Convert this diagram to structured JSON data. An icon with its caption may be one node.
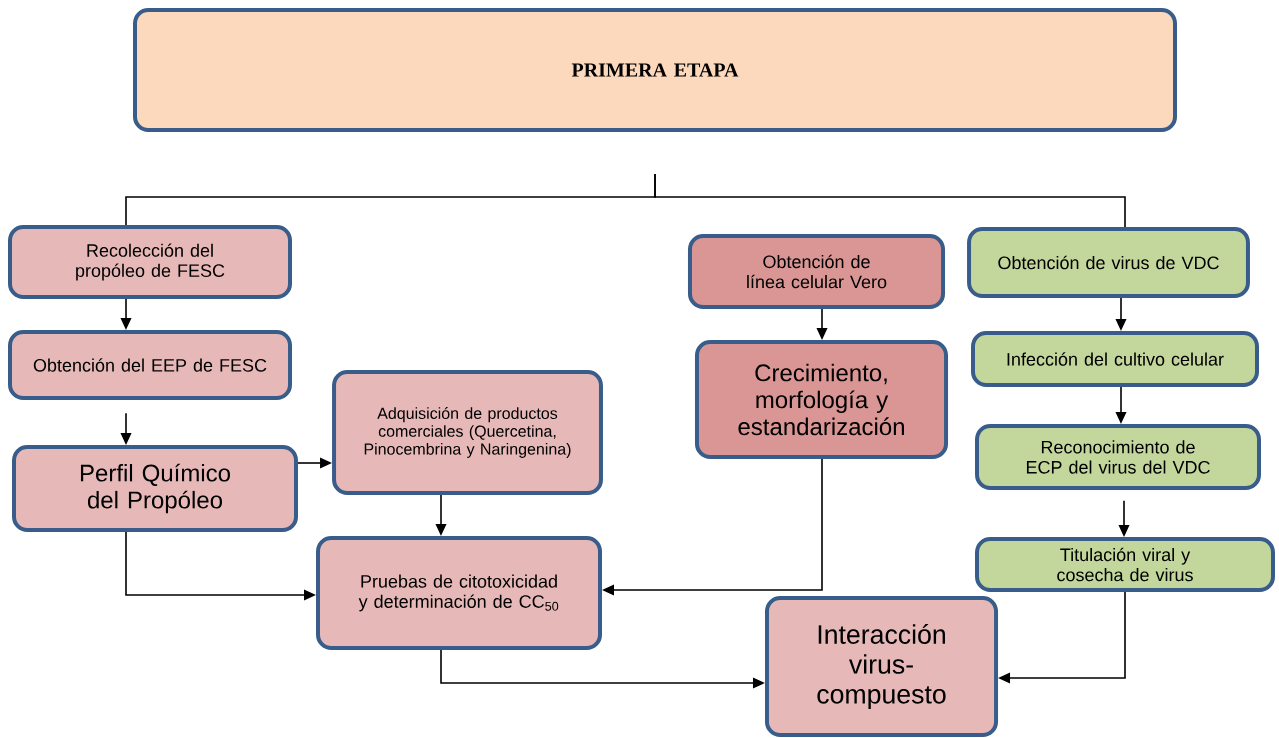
{
  "diagram": {
    "nodes": [
      {
        "text": [
          "PRIMERA ETAPA"
        ]
      },
      {
        "text": [
          "Recolección del propóleo de FESC"
        ]
      },
      {
        "text": [
          "Obtención del EEP de FESC"
        ]
      },
      {
        "text": [
          "Perfil Químico del Propóleo"
        ]
      },
      {
        "text": [
          "Adquisición de productos comerciales (Quercetina, Pinocembrina y Naringenina)"
        ]
      },
      {
        "text": [
          "Obtención de línea celular Vero"
        ]
      },
      {
        "text": [
          "Crecimiento, morfología y estandarización"
        ]
      },
      {
        "text": [
          "Obtención de virus de VDC"
        ]
      },
      {
        "text": [
          "Infección del cultivo celular"
        ]
      },
      {
        "text": [
          "Reconocimiento de ECP del virus del VDC"
        ]
      },
      {
        "text": [
          "Pruebas de citotoxicidad y determinación de CC$_{50}$"
        ]
      },
      {
        "text": [
          "Titulación viral y cosecha de virus"
        ]
      },
      {
        "text": [
          "Interacción virus-compuesto"
        ]
      }
    ],
    "edges": [
      {
        "from": 0,
        "to": 1,
        "arrow": "none"
      },
      {
        "from": 0,
        "to": 7,
        "arrow": "none"
      },
      {
        "from": 1,
        "to": 2,
        "arrow": "to"
      },
      {
        "from": 2,
        "to": 3,
        "arrow": "to"
      },
      {
        "from": 3,
        "to": 4,
        "arrow": "to"
      },
      {
        "from": 5,
        "to": 6,
        "arrow": "to"
      },
      {
        "from": 7,
        "to": 8,
        "arrow": "to"
      },
      {
        "from": 8,
        "to": 9,
        "arrow": "to"
      },
      {
        "from": 9,
        "to": 11,
        "arrow": "to"
      },
      {
        "from": 4,
        "to": 10,
        "arrow": "to"
      },
      {
        "from": 3,
        "to": 10,
        "arrow": "to"
      },
      {
        "from": 6,
        "to": 10,
        "arrow": "to"
      },
      {
        "from": 10,
        "to": 12,
        "arrow": "to"
      },
      {
        "from": 11,
        "to": 12,
        "arrow": "to"
      }
    ]
  }
}
